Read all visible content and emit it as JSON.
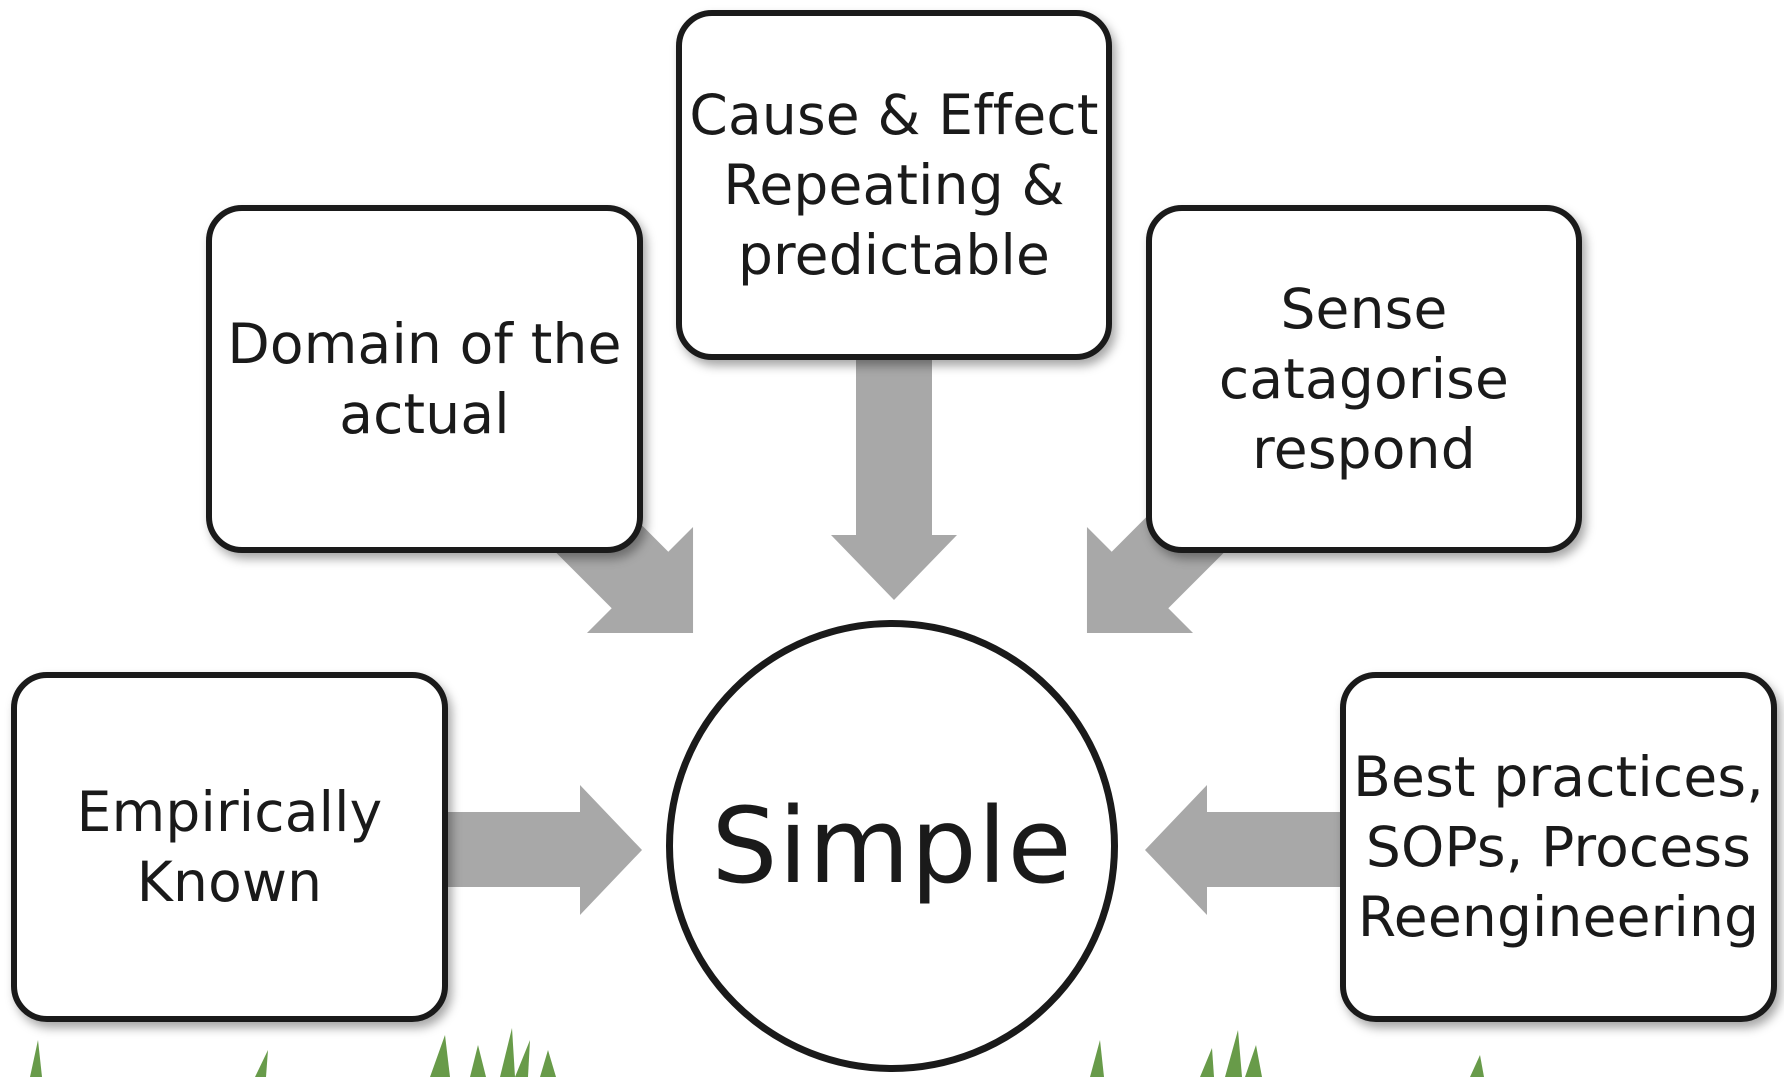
{
  "center": {
    "label": "Simple"
  },
  "boxes": {
    "domain": {
      "label": "Domain of the\nactual"
    },
    "cause": {
      "label": "Cause & Effect\nRepeating &\npredictable"
    },
    "sense": {
      "label": "Sense\ncatagorise\nrespond"
    },
    "empirical": {
      "label": "Empirically\nKnown"
    },
    "best": {
      "label": "Best practices,\nSOPs, Process\nReengineering"
    }
  },
  "colors": {
    "arrow": "#a8a8a8",
    "stroke": "#1a1a1a",
    "grass": "#4e8a2a"
  }
}
